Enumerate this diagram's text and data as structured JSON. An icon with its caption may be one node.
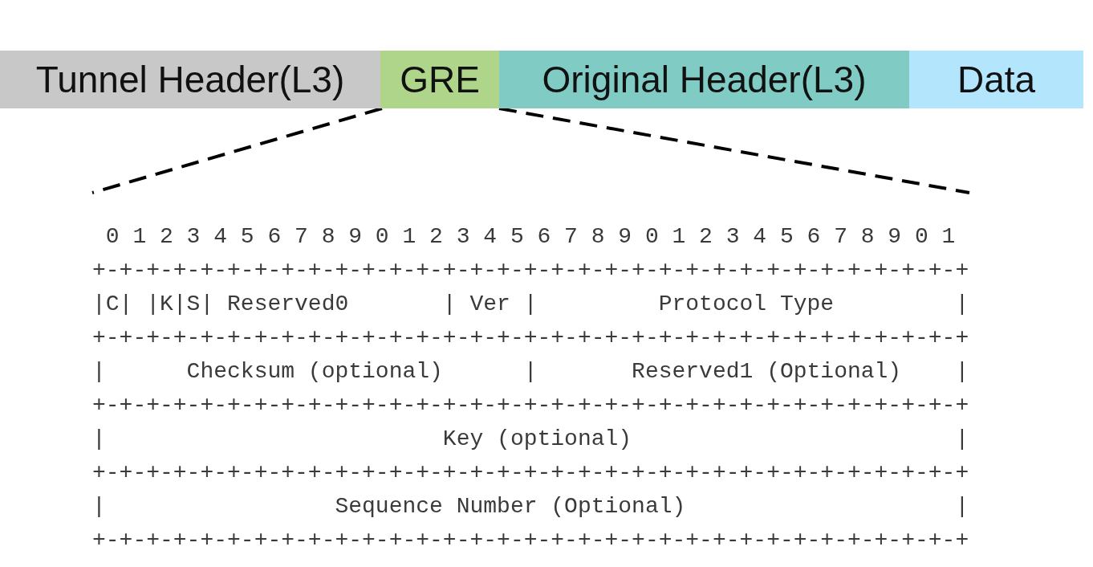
{
  "diagram": {
    "nodes": [
      {
        "text": [
          "Tunnel Header(L3)"
        ]
      },
      {
        "text": [
          "GRE"
        ]
      },
      {
        "text": [
          "Original Header(L3)"
        ]
      },
      {
        "text": [
          "Data"
        ]
      },
      {
        "text": [
          "0 1 2 3 4 5 6 7 8 9 0 1 2 3 4 5 6 7 8 9 0 1 2 3 4 5 6 7 8 9 0 1",
          "+-+-+-+-+-+-+-+-+-+-+-+-+-+-+-+-+-+-+-+-+-+-+-+-+-+-+-+-+-+-+-+-+",
          "|C| |K|S| Reserved0       | Ver |         Protocol Type         |",
          "+-+-+-+-+-+-+-+-+-+-+-+-+-+-+-+-+-+-+-+-+-+-+-+-+-+-+-+-+-+-+-+-+",
          "|      Checksum (optional)      |       Reserved1 (Optional)    |",
          "+-+-+-+-+-+-+-+-+-+-+-+-+-+-+-+-+-+-+-+-+-+-+-+-+-+-+-+-+-+-+-+-+",
          "|                         Key (optional)                        |",
          "+-+-+-+-+-+-+-+-+-+-+-+-+-+-+-+-+-+-+-+-+-+-+-+-+-+-+-+-+-+-+-+-+",
          "|                 Sequence Number (Optional)                    |",
          "+-+-+-+-+-+-+-+-+-+-+-+-+-+-+-+-+-+-+-+-+-+-+-+-+-+-+-+-+-+-+-+-+"
        ]
      }
    ],
    "edges": [
      {
        "from": 1,
        "to": 4,
        "arrow": "none",
        "style": "dashed"
      },
      {
        "from": 1,
        "to": 4,
        "arrow": "none",
        "style": "dashed"
      }
    ]
  }
}
